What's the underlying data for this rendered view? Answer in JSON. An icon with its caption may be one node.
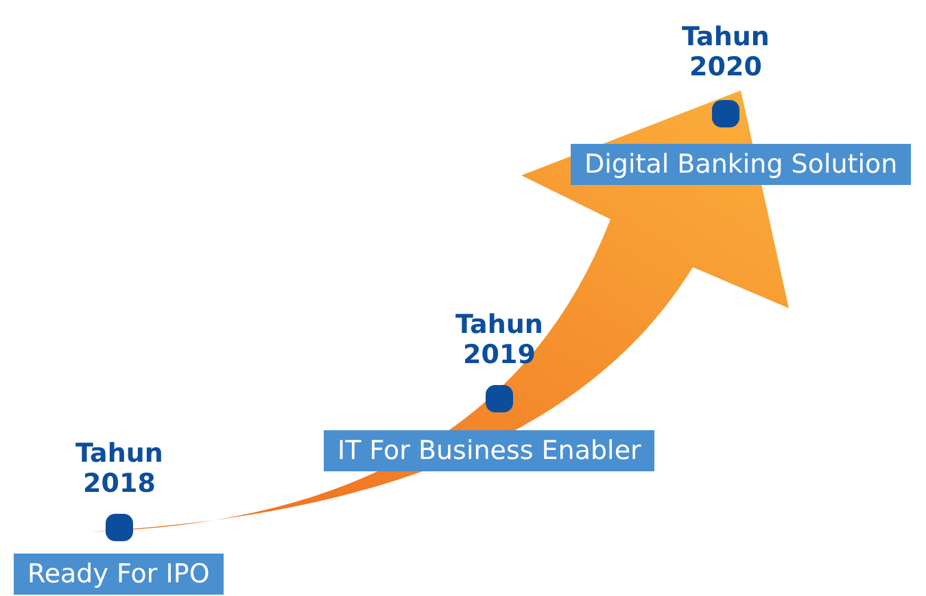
{
  "diagram": {
    "nodes": [
      {
        "text": [
          "Ready For IPO"
        ],
        "beside": [
          "Tahun 2018"
        ]
      },
      {
        "text": [
          "IT For Business Enabler"
        ],
        "beside": [
          "Tahun 2019"
        ]
      },
      {
        "text": [
          "Digital Banking Solution"
        ],
        "beside": [
          "Tahun 2020"
        ]
      }
    ],
    "edges": [
      {
        "from": 0,
        "to": 2,
        "arrow": "to"
      }
    ]
  }
}
